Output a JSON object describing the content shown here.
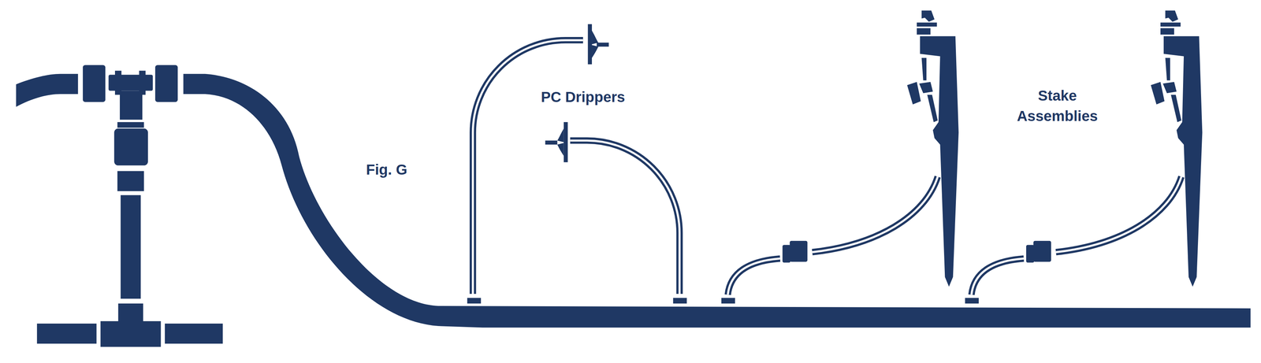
{
  "diagram": {
    "labels": [
      "Fig. G",
      "PC Drippers",
      "Stake Assemblies"
    ]
  }
}
